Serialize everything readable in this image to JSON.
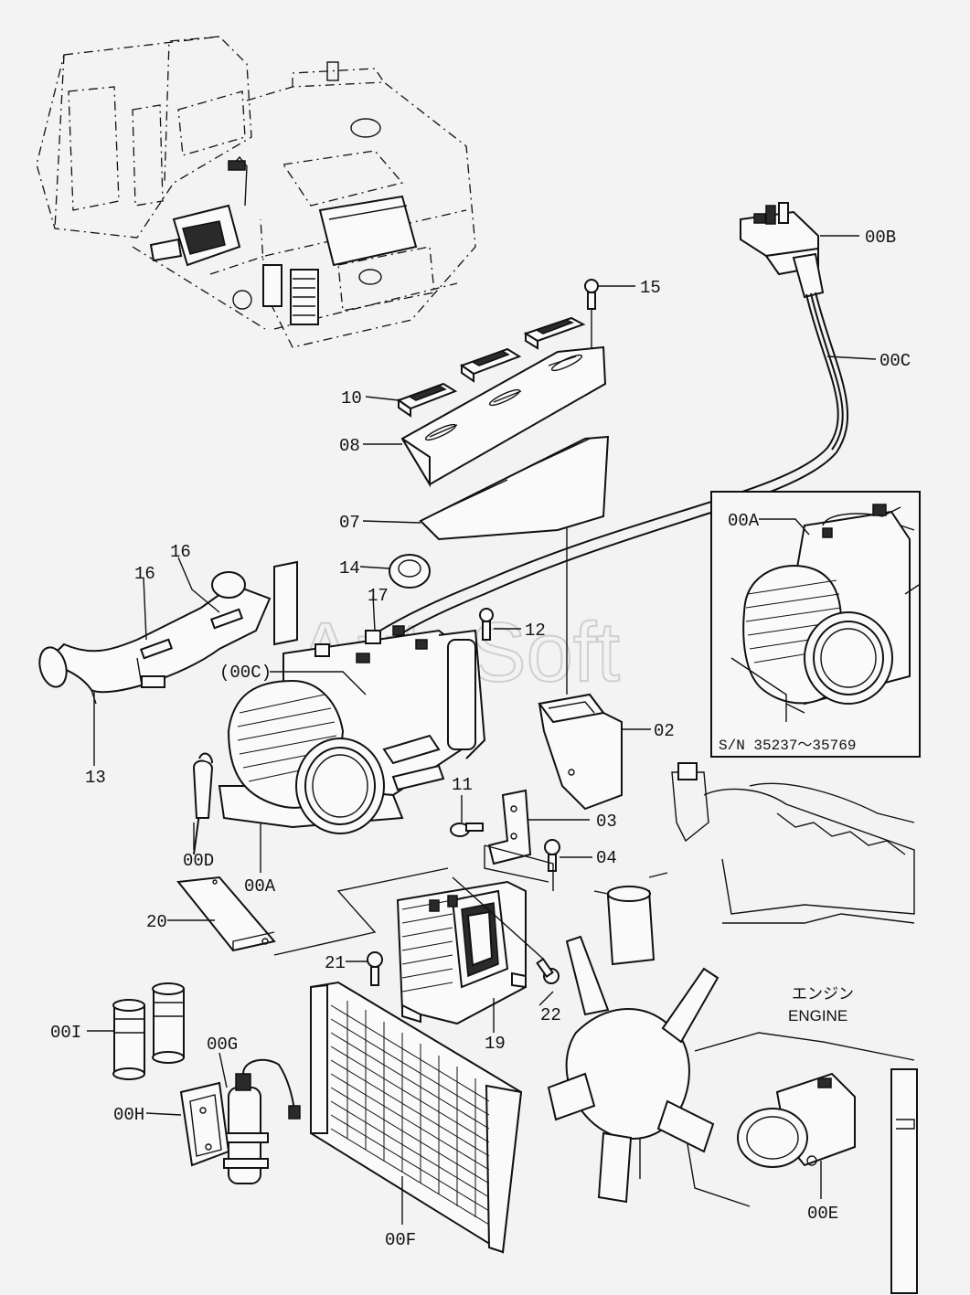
{
  "watermark": "AutoSoft",
  "callouts": {
    "c00B": "00B",
    "c15": "15",
    "c00C": "00C",
    "c10": "10",
    "c08": "08",
    "c07": "07",
    "c14": "14",
    "c16a": "16",
    "c16b": "16",
    "c17": "17",
    "c12": "12",
    "c00C_ref": "(00C)",
    "c13": "13",
    "c02": "02",
    "c11": "11",
    "c03": "03",
    "c04": "04",
    "c00D": "00D",
    "c00A": "00A",
    "c20": "20",
    "c21": "21",
    "c22": "22",
    "c19": "19",
    "c00I": "00I",
    "c00G": "00G",
    "c00H": "00H",
    "c00F": "00F",
    "c00E": "00E"
  },
  "inset": {
    "label": "00A",
    "serial": "S/N  35237～35769"
  },
  "engine": {
    "jp": "エンジン",
    "en": "ENGINE"
  }
}
